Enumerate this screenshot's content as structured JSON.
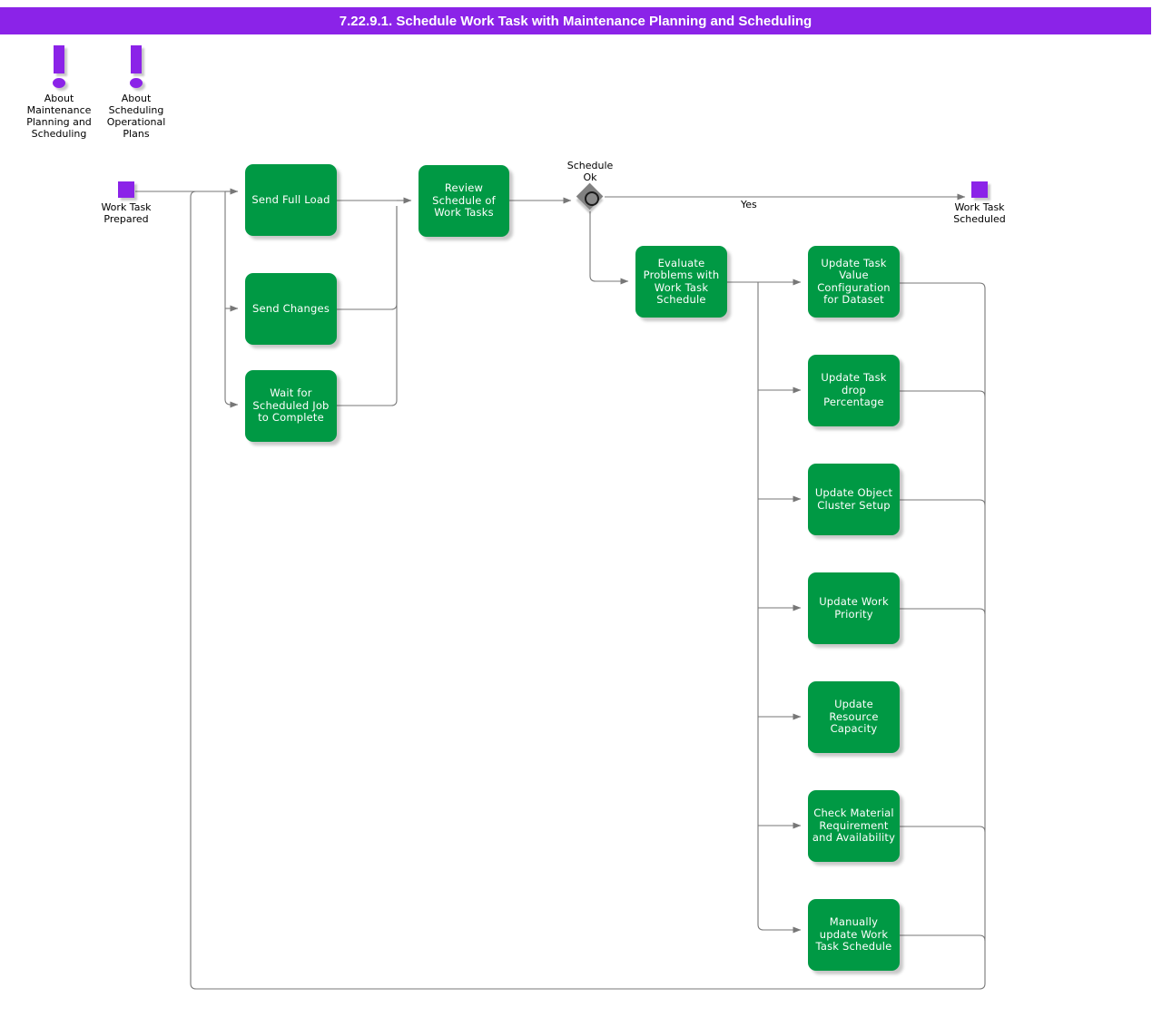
{
  "page": {
    "title": "7.22.9.1. Schedule Work Task with Maintenance Planning and Scheduling",
    "title_bar_color": "#8B23E8",
    "node_color": "#009944",
    "terminator_color": "#8B23E8",
    "decision_color": "#808080",
    "connector_color": "#666666",
    "background": "#FFFFFF"
  },
  "notes": [
    {
      "icon": "exclamation-icon",
      "caption": "About\nMaintenance\nPlanning and\nScheduling",
      "line1": "About",
      "line2": "Maintenance",
      "line3": "Planning and",
      "line4": "Scheduling"
    },
    {
      "icon": "exclamation-icon",
      "caption": "About\nScheduling\nOperational\nPlans",
      "line1": "About",
      "line2": "Scheduling",
      "line3": "Operational",
      "line4": "Plans"
    }
  ],
  "terminators": [
    {
      "id": "start",
      "label_line1": "Work Task",
      "label_line2": "Prepared",
      "label": "Work Task Prepared"
    },
    {
      "id": "end",
      "label_line1": "Work Task",
      "label_line2": "Scheduled",
      "label": "Work Task Scheduled"
    }
  ],
  "decision": {
    "label_line1": "Schedule",
    "label_line2": "Ok",
    "label": "Schedule Ok",
    "yes_label": "Yes"
  },
  "nodes": [
    {
      "id": "send-full-load",
      "label": "Send Full Load"
    },
    {
      "id": "send-changes",
      "label": "Send Changes"
    },
    {
      "id": "wait-scheduled-job",
      "label": "Wait for Scheduled Job to Complete"
    },
    {
      "id": "review-schedule",
      "label": "Review Schedule of Work Tasks"
    },
    {
      "id": "evaluate-problems",
      "label": "Evaluate Problems with Work Task Schedule"
    },
    {
      "id": "update-task-value",
      "label": "Update Task Value Configuration for Dataset"
    },
    {
      "id": "update-task-drop",
      "label": "Update Task drop Percentage"
    },
    {
      "id": "update-object-cluster",
      "label": "Update Object Cluster Setup"
    },
    {
      "id": "update-work-priority",
      "label": "Update Work Priority"
    },
    {
      "id": "update-resource-cap",
      "label": "Update Resource Capacity"
    },
    {
      "id": "check-material",
      "label": "Check Material Requirement and Availability"
    },
    {
      "id": "manually-update",
      "label": "Manually update Work Task Schedule"
    }
  ]
}
